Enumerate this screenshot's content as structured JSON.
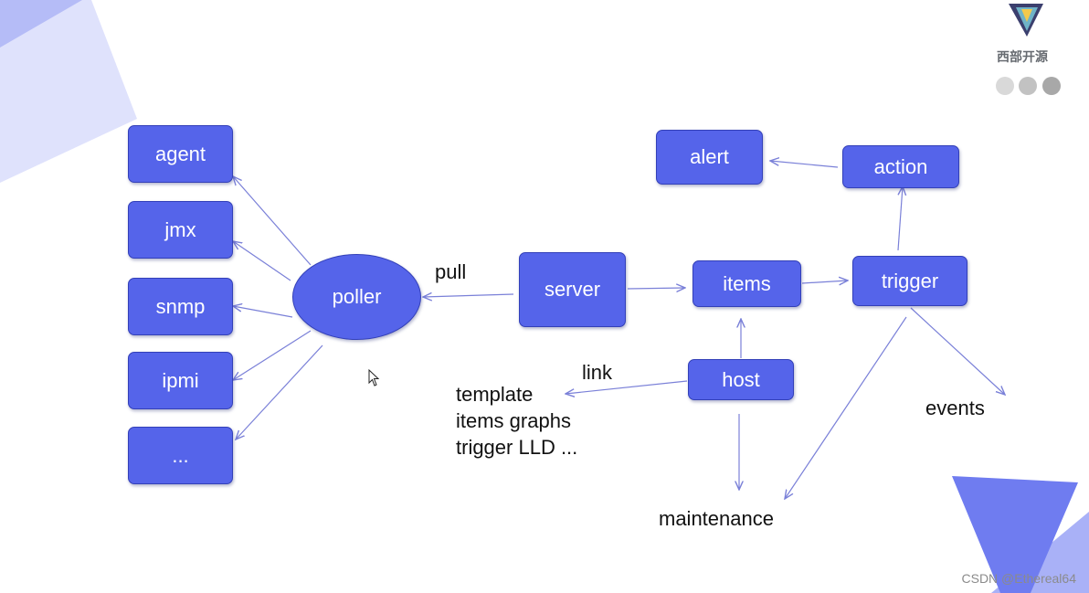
{
  "colors": {
    "node_fill": "#5564ea",
    "node_border": "#3340b8",
    "arrow": "#7a80d8",
    "accent_light": "#dde0fb",
    "accent_dark": "#6f7cf0"
  },
  "logo": {
    "text": "西部开源",
    "dots": [
      "#d9d9d9",
      "#c2c2c2",
      "#a8a8a8"
    ]
  },
  "nodes": {
    "agent": "agent",
    "jmx": "jmx",
    "snmp": "snmp",
    "ipmi": "ipmi",
    "more": "...",
    "poller": "poller",
    "server": "server",
    "items": "items",
    "host": "host",
    "trigger": "trigger",
    "action": "action",
    "alert": "alert"
  },
  "labels": {
    "pull": "pull",
    "link": "link",
    "template_lines": [
      "template",
      "items graphs",
      "trigger LLD ..."
    ],
    "events": "events",
    "maintenance": "maintenance"
  },
  "watermark": "CSDN @Ethereal64"
}
